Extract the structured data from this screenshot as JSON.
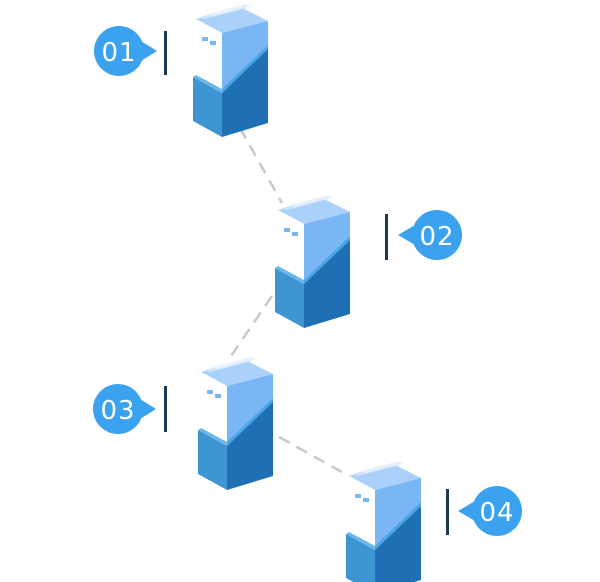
{
  "steps": [
    {
      "number": "01"
    },
    {
      "number": "02"
    },
    {
      "number": "03"
    },
    {
      "number": "04"
    }
  ],
  "colors": {
    "badge": "#3aa2ee",
    "tick": "#1b3a52",
    "box_front": "#3d95d2",
    "box_side": "#1f6fb4",
    "box_top": "#6bb7ec",
    "folder_face": "#ffffff",
    "folder_spine": "#79b6f3",
    "folder_top": "#a9d1fa",
    "connector": "#c8c8c8"
  }
}
